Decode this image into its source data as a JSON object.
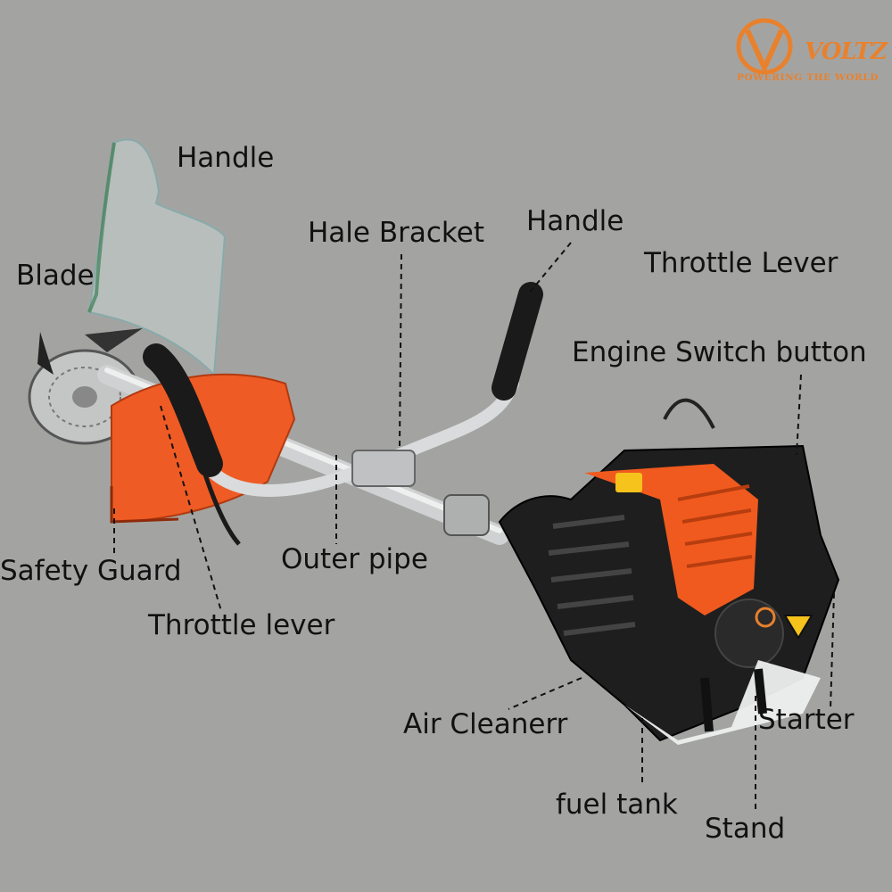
{
  "brand": {
    "name": "VOLTZ",
    "tagline": "POWERING THE WORLD",
    "color": "#e8812e"
  },
  "colors": {
    "background": "#a3a4a2",
    "engine_orange": "#f05a1e",
    "engine_black": "#1e1e1e",
    "leader_line": "#111111"
  },
  "labels": {
    "handle_top": "Handle",
    "blade": "Blade",
    "hale_bracket": "Hale Bracket",
    "handle_right": "Handle",
    "throttle_lever_top": "Throttle Lever",
    "engine_switch": "Engine Switch button",
    "safety_guard": "Safety Guard",
    "outer_pipe": "Outer pipe",
    "throttle_lever_bottom": "Throttle lever",
    "air_cleaner": "Air Cleanerr",
    "starter": "Starter",
    "fuel_tank": "fuel tank",
    "stand": "Stand"
  }
}
